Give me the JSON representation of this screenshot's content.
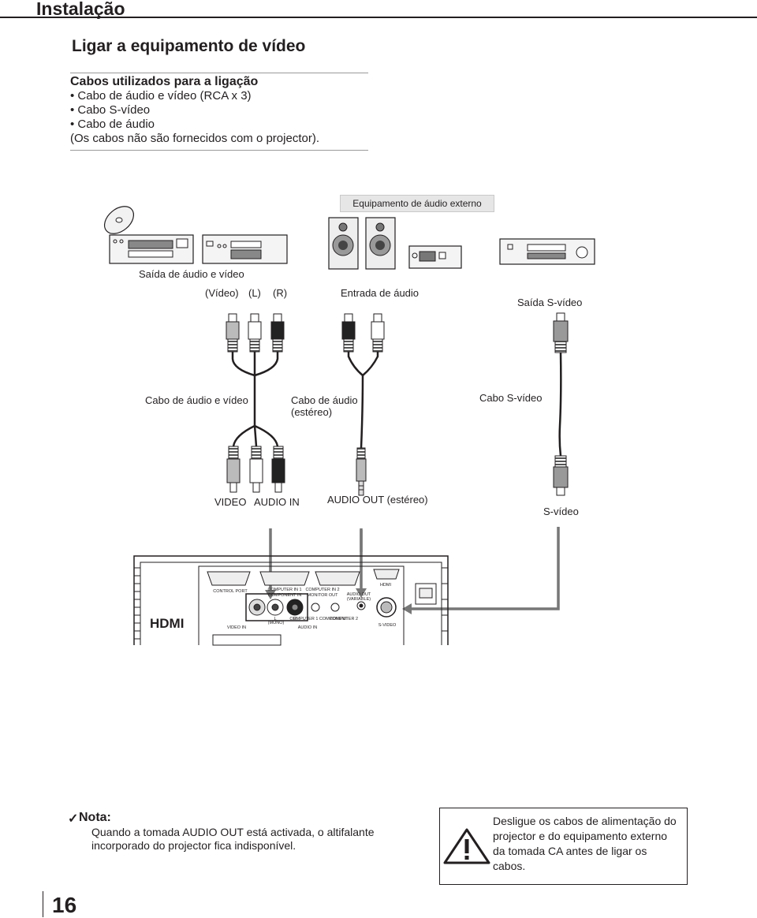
{
  "header": {
    "section": "Instalação"
  },
  "main": {
    "title": "Ligar a equipamento de vídeo",
    "cables": {
      "title": "Cabos utilizados para a ligação",
      "items": [
        "• Cabo de áudio e vídeo (RCA x 3)",
        "• Cabo S-vídeo",
        "• Cabo de áudio",
        "(Os cabos não são fornecidos com o projector)."
      ]
    }
  },
  "diagram": {
    "external_audio": "Equipamento de áudio externo",
    "av_out": "Saída de áudio e vídeo",
    "video_tag": "(Vídeo)",
    "l_tag": "(L)",
    "r_tag": "(R)",
    "audio_in": "Entrada de áudio",
    "svideo_out": "Saída S-vídeo",
    "av_cable": "Cabo de áudio e vídeo",
    "audio_cable_1": "Cabo de áudio",
    "audio_cable_2": "(estéreo)",
    "svideo_cable": "Cabo S-vídeo",
    "jack_video": "VIDEO",
    "jack_audio_in": "AUDIO IN",
    "jack_audio_out": "AUDIO OUT (estéreo)",
    "jack_svideo": "S-vídeo",
    "panel": {
      "hdmi_logo": "HDMI",
      "control_port": "CONTROL PORT",
      "computer_in_1": "COMPUTER IN 1",
      "component_in": "COMPONENT IN",
      "computer_in_2": "COMPUTER IN 2",
      "monitor_out": "MONITOR OUT",
      "audio_out": "AUDIO OUT",
      "variable": "(VARIABLE)",
      "hdmi": "HDMI",
      "video_in": "VIDEO IN",
      "mono": "(MONO)",
      "l": "L",
      "r": "R",
      "audio_in": "AUDIO IN",
      "computer_1_component": "COMPUTER 1 COMPONENT",
      "computer_2": "COMPUTER 2",
      "s_video": "S-VIDEO"
    }
  },
  "note": {
    "check": "✓",
    "title": "Nota:",
    "text": "Quando a tomada AUDIO OUT está activada, o altifalante incorporado do projector fica indisponível."
  },
  "warning": {
    "text": "Desligue os cabos de alimentação do projector e do equipamento externo da tomada CA antes de ligar os cabos."
  },
  "page_number": "16"
}
